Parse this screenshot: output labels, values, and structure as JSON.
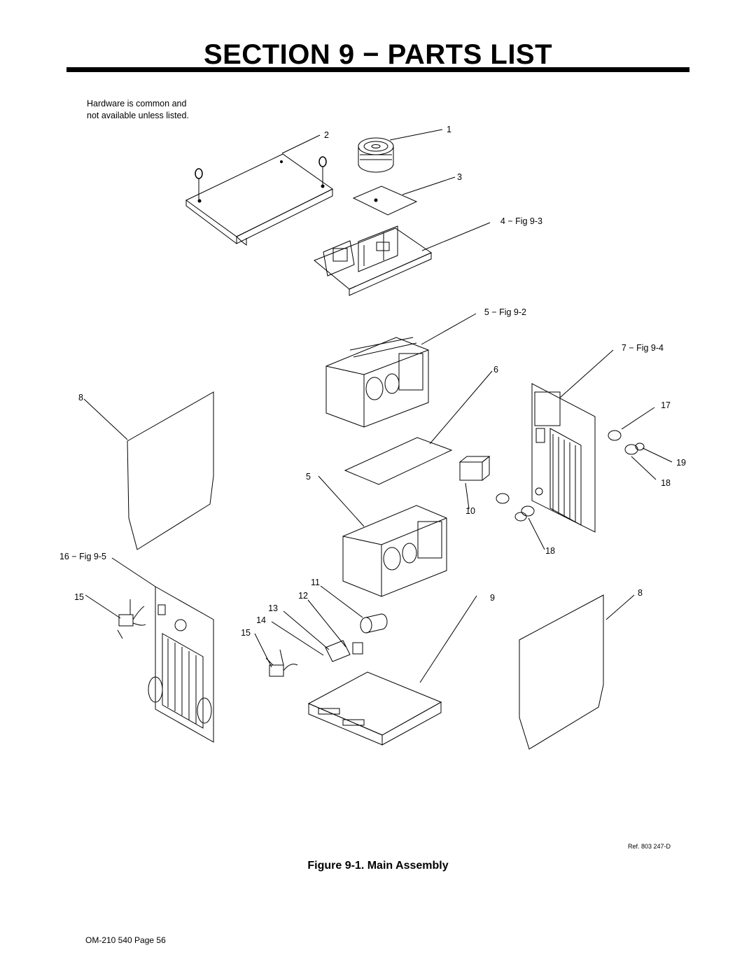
{
  "page": {
    "title": "SECTION 9 − PARTS LIST",
    "hardware_note": [
      "Hardware is common and",
      "not available unless listed."
    ],
    "figure_caption": "Figure 9-1. Main Assembly",
    "reference": "Ref. 803 247-D",
    "footer": "OM-210 540 Page 56"
  },
  "callouts": {
    "c1": "1",
    "c2": "2",
    "c3": "3",
    "c4": "4 − Fig 9-3",
    "c5a": "5 − Fig 9-2",
    "c7": "7 − Fig 9-4",
    "c6": "6",
    "c8a": "8",
    "c17": "17",
    "c19": "19",
    "c5b": "5",
    "c18a": "18",
    "c10": "10",
    "c16": "16 − Fig 9-5",
    "c18b": "18",
    "c11": "11",
    "c12": "12",
    "c15a": "15",
    "c13": "13",
    "c9": "9",
    "c8b": "8",
    "c14": "14",
    "c15b": "15"
  }
}
